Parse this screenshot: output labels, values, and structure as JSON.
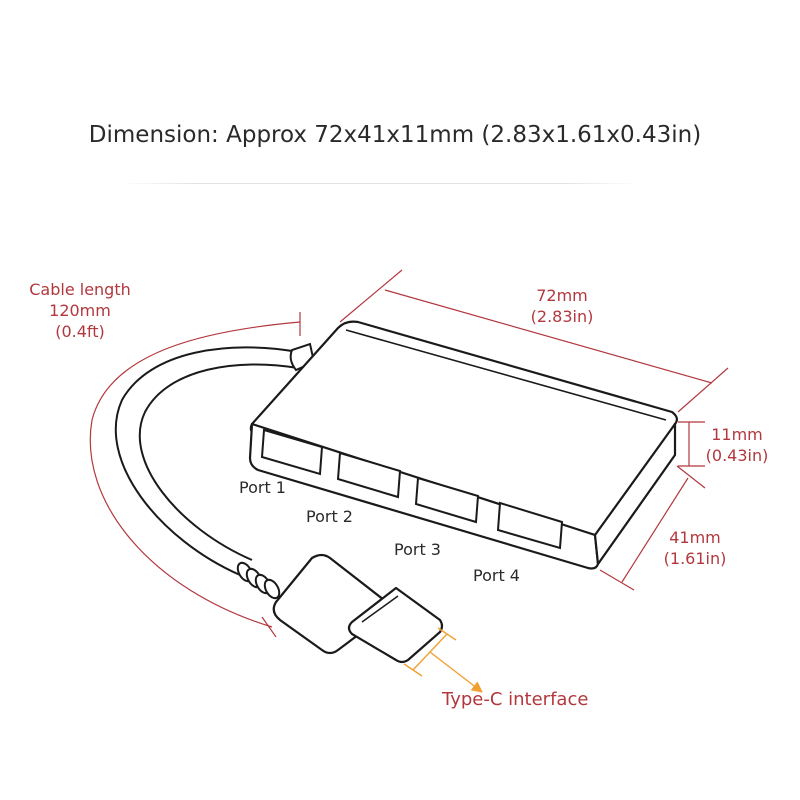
{
  "title": "Dimension: Approx 72x41x11mm (2.83x1.61x0.43in)",
  "colors": {
    "outline": "#1a1a1a",
    "dimension": "#b2383e",
    "interface_marker": "#f0a030",
    "background": "#ffffff"
  },
  "cable": {
    "label_line1": "Cable length",
    "label_line2": "120mm",
    "label_line3": "(0.4ft)"
  },
  "length": {
    "mm": "72mm",
    "in": "(2.83in)"
  },
  "height": {
    "mm": "11mm",
    "in": "(0.43in)"
  },
  "width": {
    "mm": "41mm",
    "in": "(1.61in)"
  },
  "ports": [
    "Port 1",
    "Port 2",
    "Port 3",
    "Port 4"
  ],
  "connector": {
    "label": "Type-C interface"
  }
}
